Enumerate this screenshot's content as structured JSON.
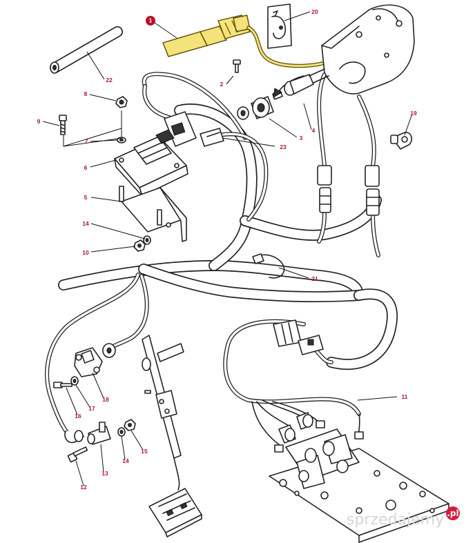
{
  "callouts": {
    "c1": "1",
    "c2": "2",
    "c3": "3",
    "c4": "4",
    "c5": "5",
    "c6": "6",
    "c7": "7",
    "c8": "8",
    "c9": "9",
    "c10": "10",
    "c11": "11",
    "c12": "12",
    "c13": "13",
    "c14a": "14",
    "c14b": "14",
    "c15": "15",
    "c16": "16",
    "c17": "17",
    "c18": "18",
    "c19": "19",
    "c20": "20",
    "c21": "21",
    "c22": "22",
    "c23": "23"
  },
  "watermark": {
    "text": "sprzedajemy",
    "suffix": ".pl"
  },
  "colors": {
    "highlight": "#f3e37a",
    "callout_text": "#b0132b",
    "badge": "#b0132b",
    "watermark_badge": "#d81b3a"
  }
}
